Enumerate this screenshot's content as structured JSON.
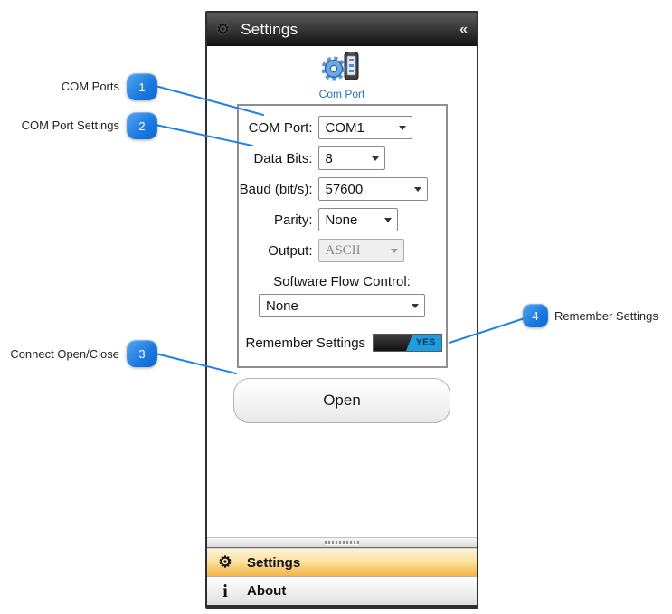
{
  "panel": {
    "header": {
      "title": "Settings",
      "gear_glyph": "⚙",
      "collapse_glyph": "«"
    },
    "module": {
      "caption": "Com Port"
    },
    "form": {
      "rows": [
        {
          "label": "COM Port:",
          "value": "COM1"
        },
        {
          "label": "Data Bits:",
          "value": "8"
        },
        {
          "label": "Baud (bit/s):",
          "value": "57600"
        },
        {
          "label": "Parity:",
          "value": "None"
        },
        {
          "label": "Output:",
          "value": "ASCII"
        }
      ],
      "flow_label": "Software Flow Control:",
      "flow_value": "None",
      "remember_label": "Remember Settings",
      "remember_state": "YES"
    },
    "open_button": "Open",
    "nav": [
      {
        "label": "Settings",
        "glyph": "⚙"
      },
      {
        "label": "About",
        "glyph": "i"
      }
    ]
  },
  "callouts": [
    {
      "number": "1",
      "label": "COM Ports"
    },
    {
      "number": "2",
      "label": "COM Port Settings"
    },
    {
      "number": "3",
      "label": "Connect Open/Close"
    },
    {
      "number": "4",
      "label": "Remember Settings"
    }
  ],
  "colors": {
    "callout_blue": "#1f82e6",
    "toggle_blue": "#1e9ce2",
    "nav_active_orange": "#f3b54d",
    "caption_blue": "#2f6db8"
  }
}
